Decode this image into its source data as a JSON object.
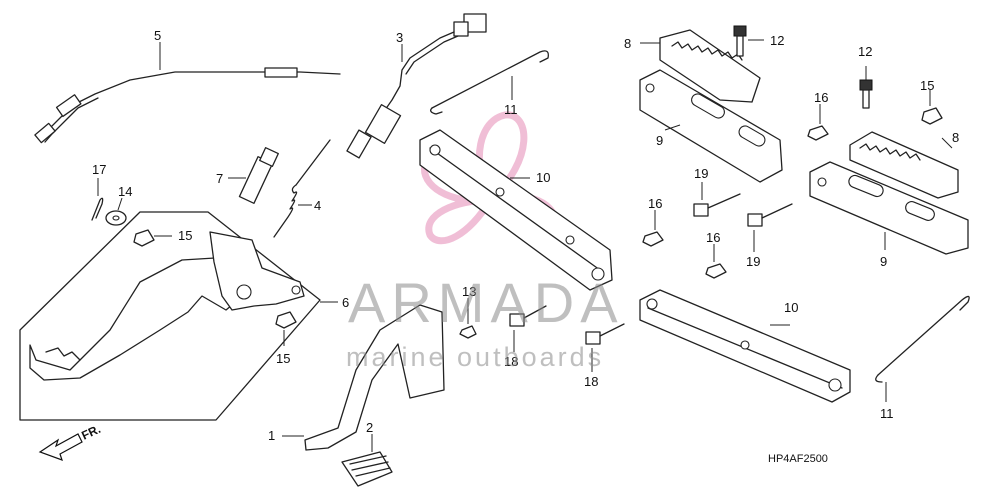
{
  "diagram": {
    "code": "HP4AF2500",
    "front_label": "FR.",
    "callouts": {
      "c1": "1",
      "c2": "2",
      "c3": "3",
      "c4": "4",
      "c5": "5",
      "c6": "6",
      "c7": "7",
      "c8a": "8",
      "c8b": "8",
      "c9a": "9",
      "c9b": "9",
      "c10a": "10",
      "c10b": "10",
      "c11a": "11",
      "c11b": "11",
      "c12a": "12",
      "c12b": "12",
      "c13": "13",
      "c14": "14",
      "c15a": "15",
      "c15b": "15",
      "c15c": "15",
      "c16a": "16",
      "c16b": "16",
      "c16c": "16",
      "c17": "17",
      "c18a": "18",
      "c18b": "18",
      "c19a": "19",
      "c19b": "19"
    }
  },
  "watermark": {
    "brand": "ARMADA",
    "tagline": "marine outboards",
    "logo_color": "#e58ab5"
  }
}
